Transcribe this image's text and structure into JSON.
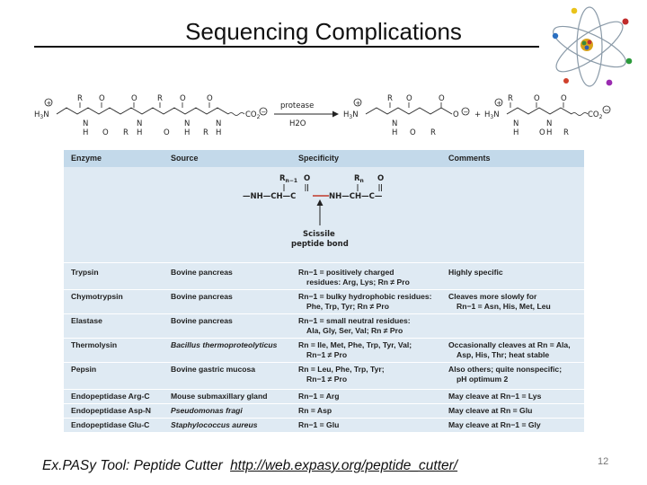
{
  "slide": {
    "title": "Sequencing Complications",
    "page_number": "12"
  },
  "footer": {
    "label": "Ex.PASy Tool: Peptide Cutter",
    "link_text": "http://web.expasy.org/peptide_cutter/"
  },
  "reaction": {
    "arrow_top": "protease",
    "arrow_bottom": "H2O"
  },
  "table": {
    "headers": {
      "enzyme": "Enzyme",
      "source": "Source",
      "specificity": "Specificity",
      "comments": "Comments"
    },
    "diagram": {
      "label_line1": "Scissile",
      "label_line2": "peptide bond"
    },
    "rows": [
      {
        "enzyme": "Trypsin",
        "source": "Bovine pancreas",
        "spec1": "Rn−1 = positively charged",
        "spec2": "residues: Arg, Lys; Rn ≠ Pro",
        "com1": "Highly specific",
        "com2": ""
      },
      {
        "enzyme": "Chymotrypsin",
        "source": "Bovine pancreas",
        "spec1": "Rn−1 = bulky hydrophobic residues:",
        "spec2": "Phe, Trp, Tyr; Rn ≠ Pro",
        "com1": "Cleaves more slowly for",
        "com2": "Rn−1 = Asn, His, Met, Leu"
      },
      {
        "enzyme": "Elastase",
        "source": "Bovine pancreas",
        "spec1": "Rn−1 = small neutral residues:",
        "spec2": "Ala, Gly, Ser, Val; Rn ≠ Pro",
        "com1": "",
        "com2": ""
      },
      {
        "enzyme": "Thermolysin",
        "source": "Bacillus thermoproteolyticus",
        "spec1": "Rn = Ile, Met, Phe, Trp, Tyr, Val;",
        "spec2": "Rn−1 ≠ Pro",
        "com1": "Occasionally cleaves at Rn = Ala,",
        "com2": "Asp, His, Thr; heat stable"
      },
      {
        "enzyme": "Pepsin",
        "source": "Bovine gastric mucosa",
        "spec1": "Rn = Leu, Phe, Trp, Tyr;",
        "spec2": "Rn−1 ≠ Pro",
        "com1": "Also others; quite nonspecific;",
        "com2": "pH optimum 2"
      },
      {
        "enzyme": "Endopeptidase Arg-C",
        "source": "Mouse submaxillary gland",
        "spec1": "Rn−1 = Arg",
        "spec2": "",
        "com1": "May cleave at Rn−1 = Lys",
        "com2": ""
      },
      {
        "enzyme": "Endopeptidase Asp-N",
        "source": "Pseudomonas fragi",
        "spec1": "Rn = Asp",
        "spec2": "",
        "com1": "May cleave at Rn = Glu",
        "com2": ""
      },
      {
        "enzyme": "Endopeptidase Glu-C",
        "source": "Staphylococcus aureus",
        "spec1": "Rn−1 = Glu",
        "spec2": "",
        "com1": "May cleave at Rn−1 = Gly",
        "com2": ""
      }
    ]
  },
  "icons": {
    "atom": "atom-logo",
    "arrow": "reaction-arrow"
  }
}
